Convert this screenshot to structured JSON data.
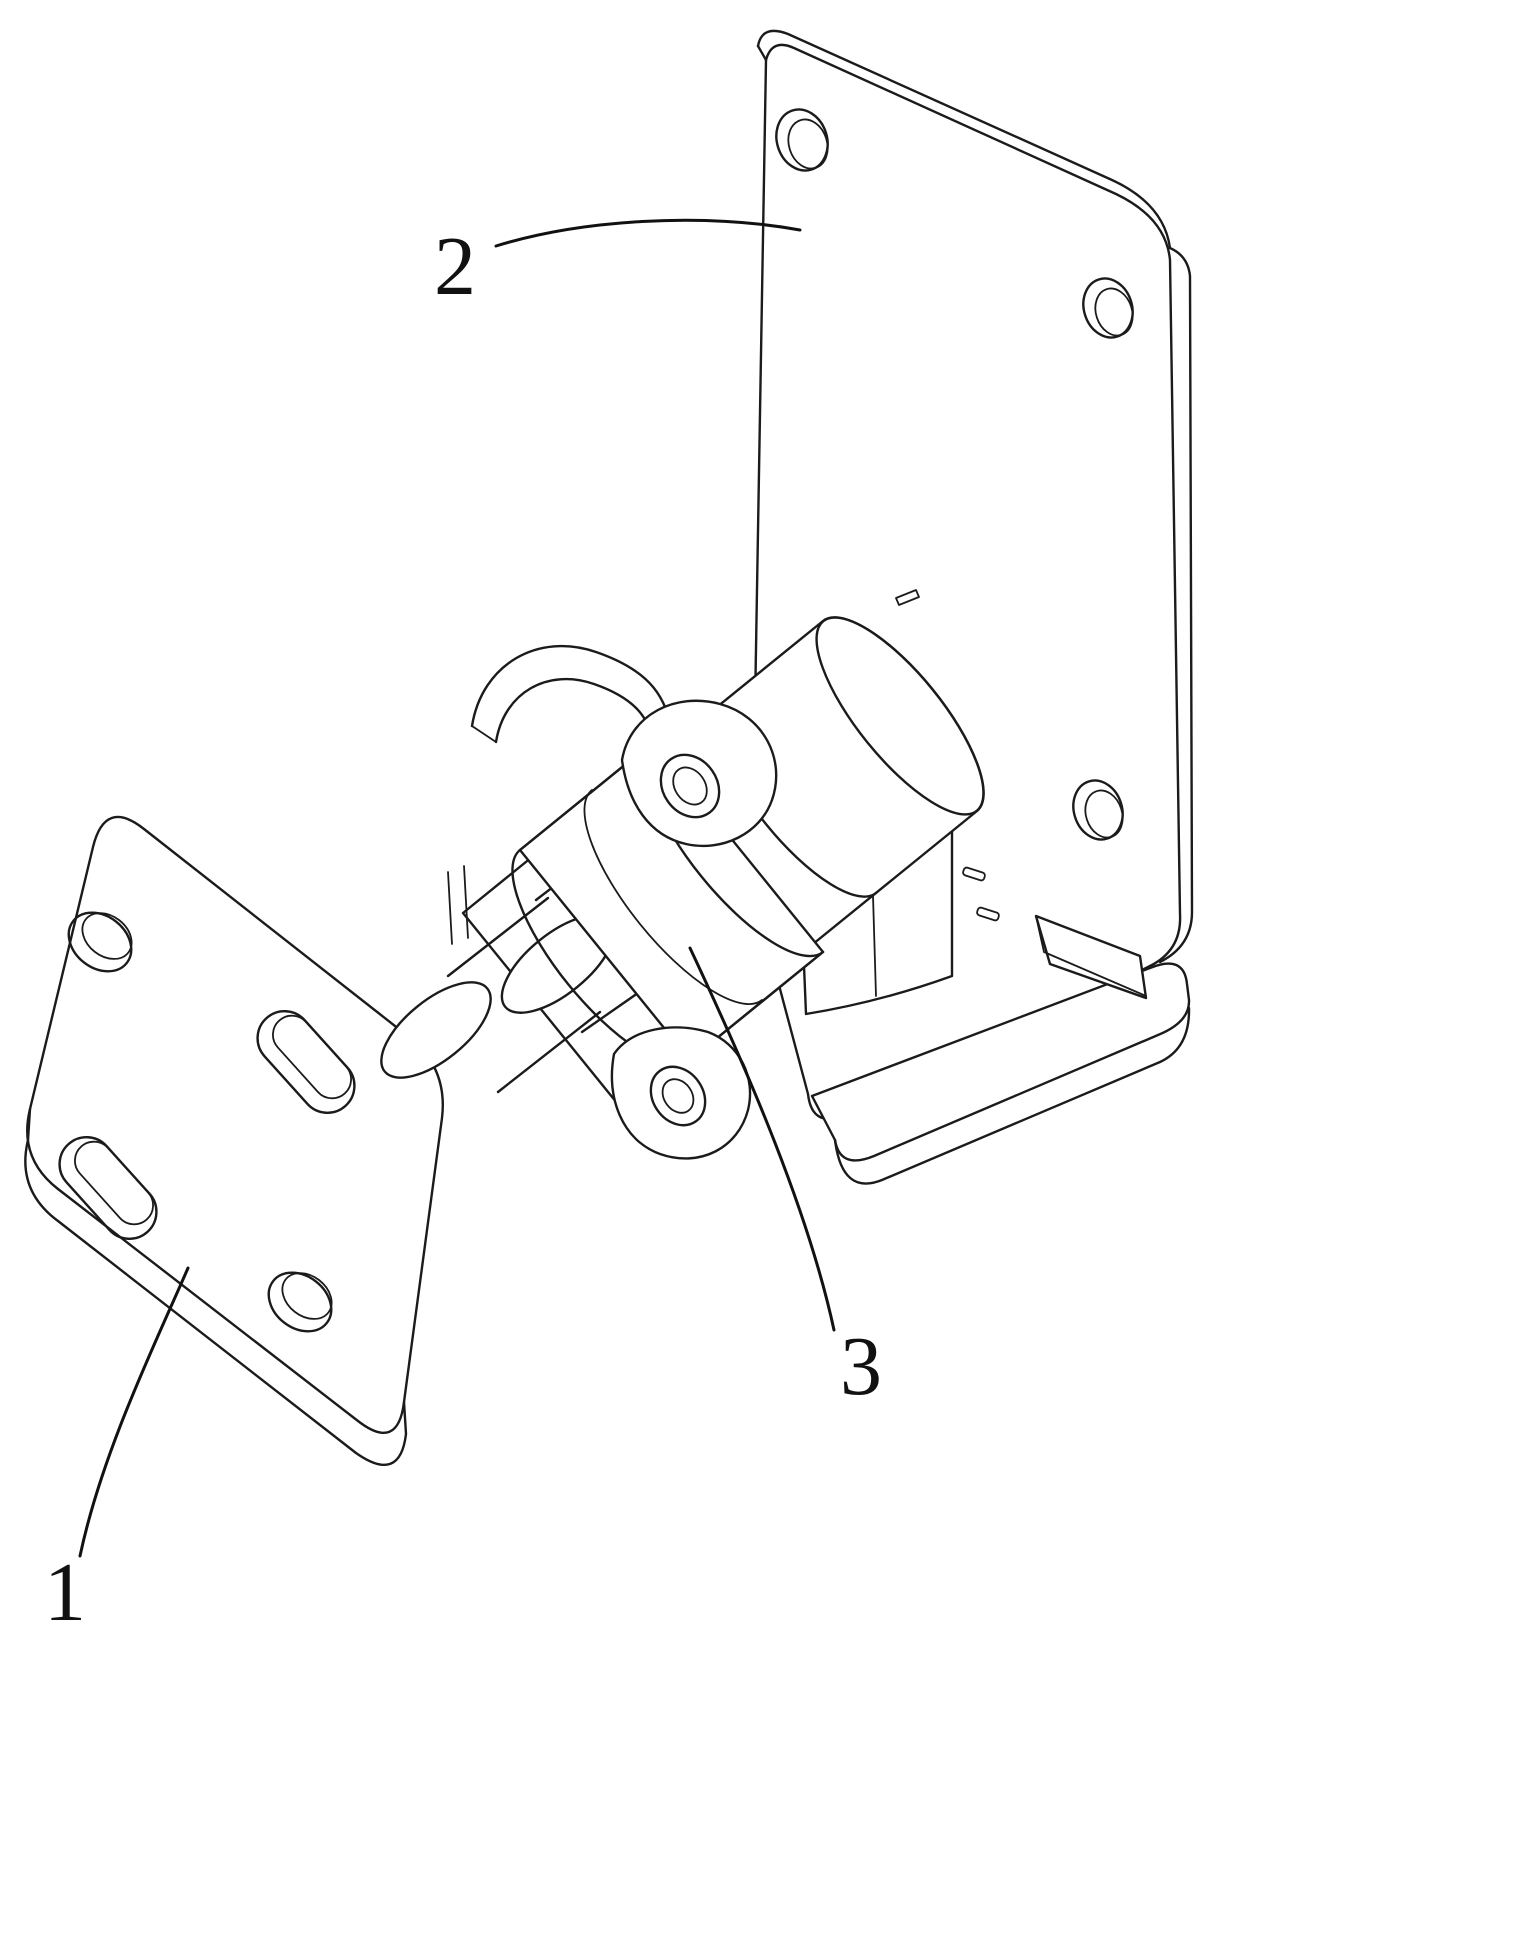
{
  "figure": {
    "background_color": "#ffffff",
    "line_color": "#1b1b1b",
    "label_color": "#111111",
    "labels": [
      {
        "text": "1"
      },
      {
        "text": "2"
      },
      {
        "text": "3"
      }
    ]
  }
}
